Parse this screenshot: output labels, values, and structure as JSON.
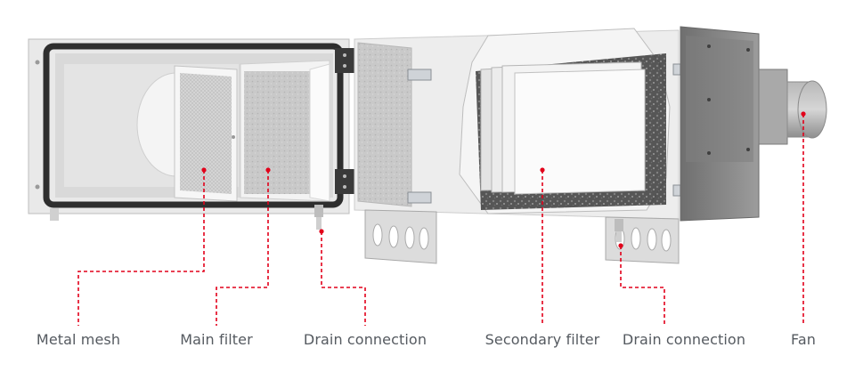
{
  "labels": {
    "metal_mesh": "Metal mesh",
    "main_filter": "Main filter",
    "drain_connection_1": "Drain connection",
    "secondary_filter": "Secondary filter",
    "drain_connection_2": "Drain connection",
    "fan": "Fan"
  },
  "colors": {
    "leader": "#e2001a",
    "label_text": "#555a60",
    "housing": "#ececec",
    "frame": "#2e2e2e",
    "fan_unit": "#8f8f8f"
  }
}
